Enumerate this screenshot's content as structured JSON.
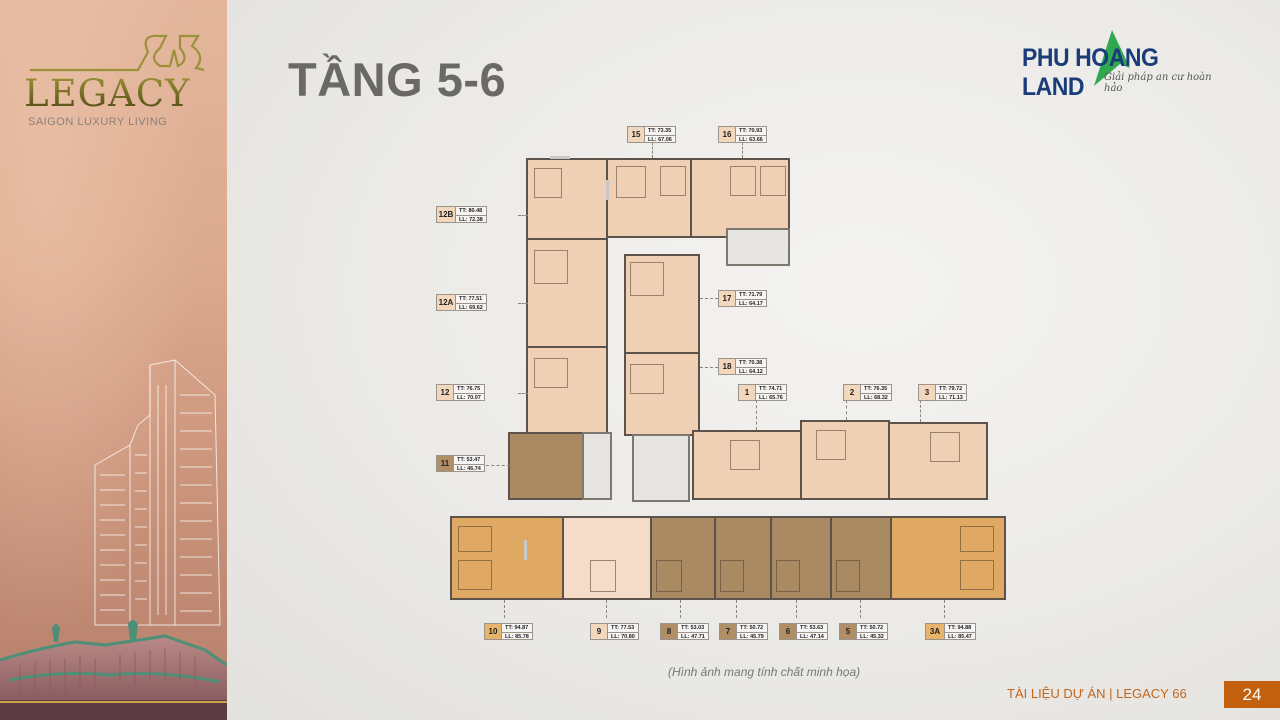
{
  "sidebar": {
    "logo_word": "LEGACY",
    "logo_mark": "66",
    "logo_subtitle": "SAIGON LUXURY LIVING"
  },
  "header": {
    "title": "TẦNG 5-6",
    "brand_name": "PHU HOANG LAND",
    "brand_tagline": "Giải pháp an cư hoàn hảo",
    "brand_accent": "#2fa84f",
    "brand_color": "#1a3c79"
  },
  "floorplan": {
    "units": [
      {
        "id": "15",
        "tt": "TT: 73.35",
        "ll": "LL: 67.06",
        "color": "light"
      },
      {
        "id": "16",
        "tt": "TT: 70.93",
        "ll": "LL: 63.66",
        "color": "light"
      },
      {
        "id": "12B",
        "tt": "TT: 80.48",
        "ll": "LL: 72.38",
        "color": "light"
      },
      {
        "id": "12A",
        "tt": "TT: 77.51",
        "ll": "LL: 69.62",
        "color": "light"
      },
      {
        "id": "17",
        "tt": "TT: 71.79",
        "ll": "LL: 64.17",
        "color": "light"
      },
      {
        "id": "18",
        "tt": "TT: 70.38",
        "ll": "LL: 64.12",
        "color": "light"
      },
      {
        "id": "12",
        "tt": "TT: 76.75",
        "ll": "LL: 70.07",
        "color": "light"
      },
      {
        "id": "1",
        "tt": "TT: 74.71",
        "ll": "LL: 65.76",
        "color": "light"
      },
      {
        "id": "2",
        "tt": "TT: 76.35",
        "ll": "LL: 68.32",
        "color": "light"
      },
      {
        "id": "3",
        "tt": "TT: 79.72",
        "ll": "LL: 71.13",
        "color": "light"
      },
      {
        "id": "11",
        "tt": "TT: 53.47",
        "ll": "LL: 46.74",
        "color": "dark"
      },
      {
        "id": "10",
        "tt": "TT: 94.87",
        "ll": "LL: 85.78",
        "color": "gold"
      },
      {
        "id": "9",
        "tt": "TT: 77.53",
        "ll": "LL: 70.80",
        "color": "light"
      },
      {
        "id": "8",
        "tt": "TT: 53.03",
        "ll": "LL: 47.71",
        "color": "dark"
      },
      {
        "id": "7",
        "tt": "TT: 50.72",
        "ll": "LL: 45.79",
        "color": "dark"
      },
      {
        "id": "6",
        "tt": "TT: 53.63",
        "ll": "LL: 47.14",
        "color": "dark"
      },
      {
        "id": "5",
        "tt": "TT: 50.72",
        "ll": "LL: 45.32",
        "color": "dark"
      },
      {
        "id": "3A",
        "tt": "TT: 94.88",
        "ll": "LL: 85.47",
        "color": "gold"
      }
    ]
  },
  "note": "(Hình ảnh mang tính chất minh họa)",
  "footer": {
    "text": "TÀI LIỆU DỰ ÁN | LEGACY 66",
    "page_number": "24",
    "accent": "#c2600e"
  }
}
